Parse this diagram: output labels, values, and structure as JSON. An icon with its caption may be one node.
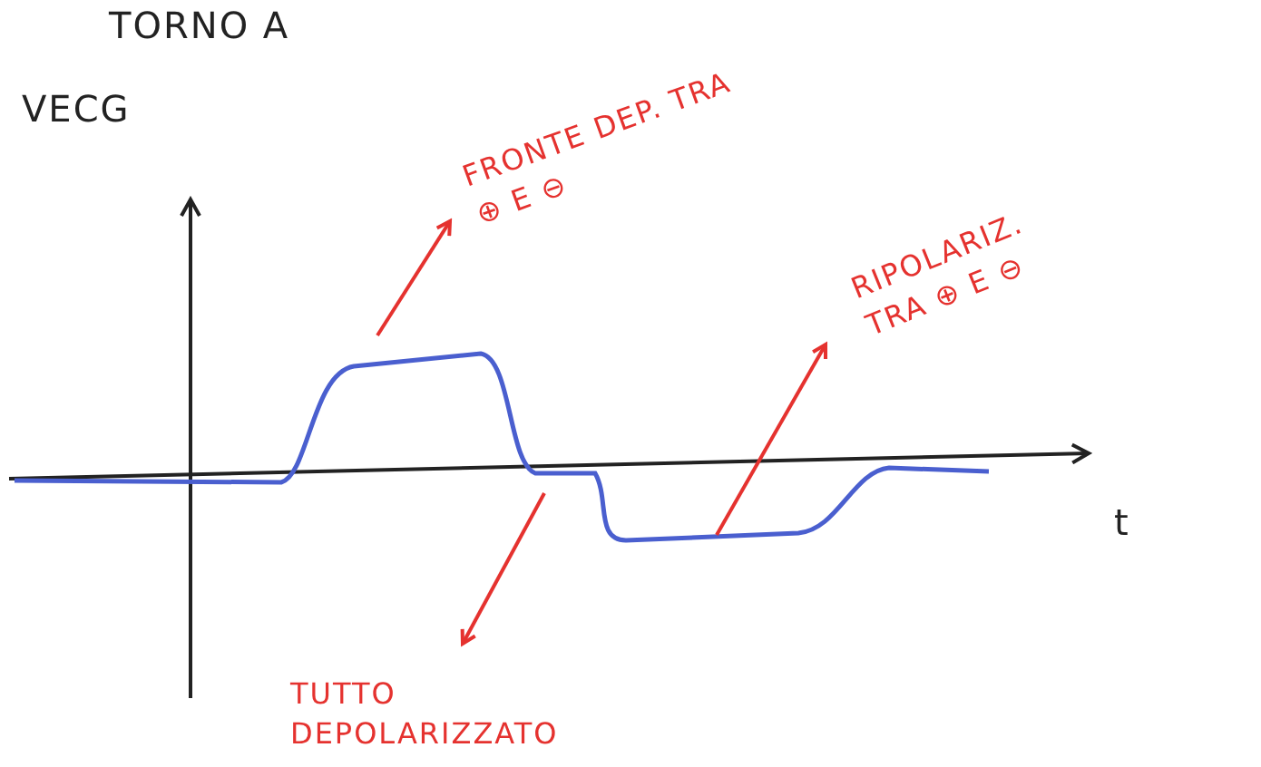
{
  "diagram": {
    "nodes": [
      {
        "text": [
          "FRONTE DEP. TRA ⊕ E ⊖"
        ]
      },
      {
        "text": [
          "RIPOLARIZ. TRA ⊕ E ⊖"
        ]
      },
      {
        "text": [
          "TUTTO DEPOLARIZZATO"
        ]
      }
    ],
    "edges": [
      {
        "from": null,
        "to": 0,
        "arrow": "to"
      },
      {
        "from": null,
        "to": 1,
        "arrow": "to"
      },
      {
        "from": null,
        "to": 2,
        "arrow": "to"
      }
    ],
    "labels": [
      "TORNO A",
      "VECG",
      "t"
    ]
  }
}
